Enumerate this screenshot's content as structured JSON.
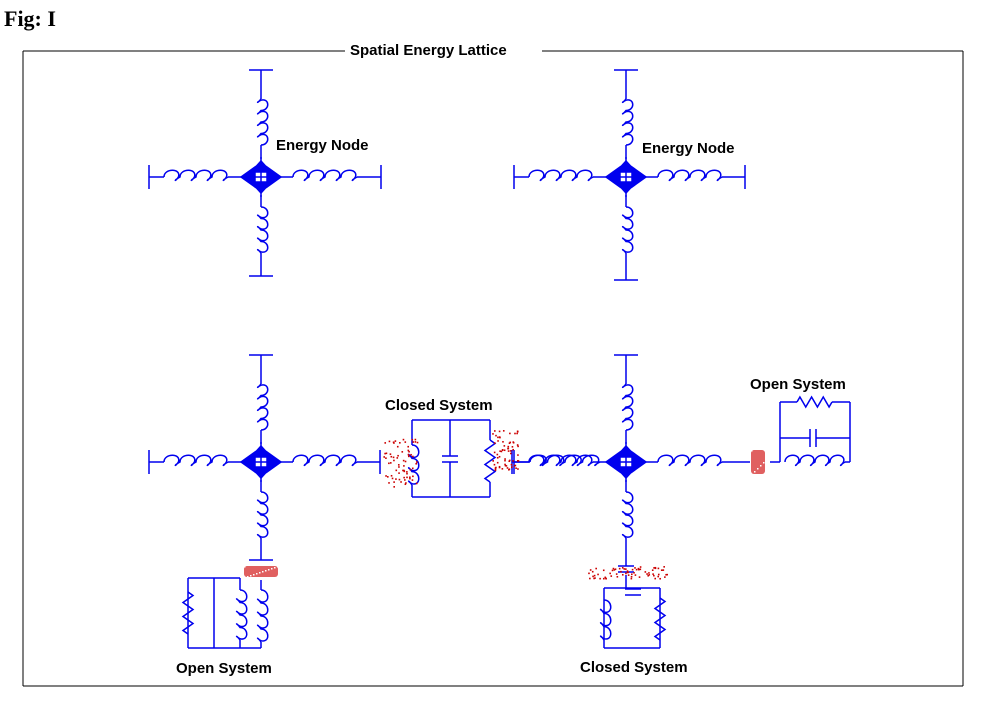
{
  "figure_label": "Fig: I",
  "frame_title": "Spatial Energy Lattice",
  "colors": {
    "circuit": "#0000ee",
    "noise": "#cc0000",
    "text": "#000000",
    "frame": "#000000"
  },
  "labels": {
    "node_top_left": "Energy Node",
    "node_top_right": "Energy Node",
    "closed_system_middle": "Closed System",
    "open_system_right": "Open System",
    "open_system_bottom": "Open System",
    "closed_system_bottom": "Closed System"
  }
}
